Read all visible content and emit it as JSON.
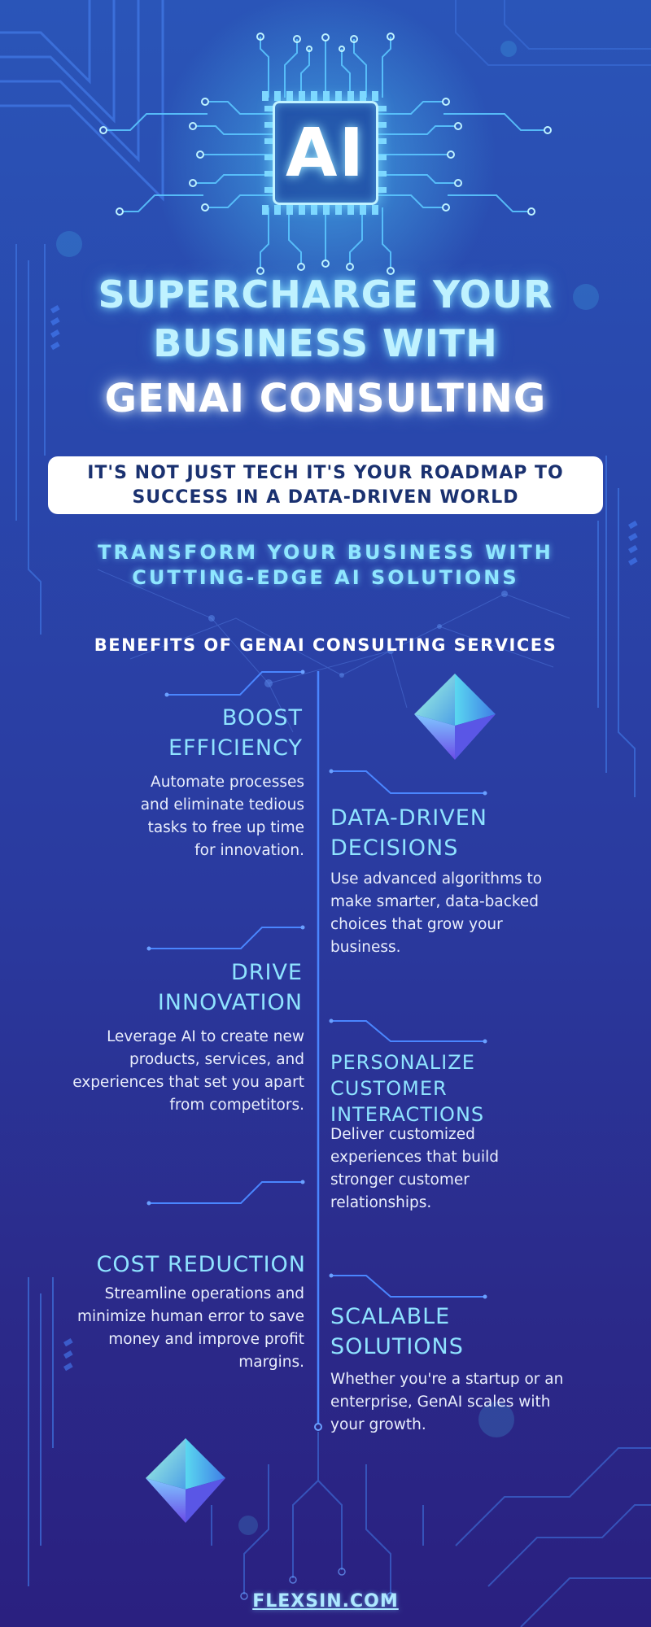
{
  "chip": {
    "label": "AI"
  },
  "headline": {
    "line1": "SUPERCHARGE YOUR",
    "line2": "BUSINESS WITH",
    "line3": "GENAI CONSULTING"
  },
  "banner": {
    "line1": "IT'S NOT JUST TECH  IT'S YOUR ROADMAP TO",
    "line2": "SUCCESS IN A DATA-DRIVEN WORLD"
  },
  "transform": {
    "line1": "TRANSFORM YOUR BUSINESS WITH",
    "line2": "CUTTING-EDGE AI SOLUTIONS"
  },
  "benefits_title": "BENEFITS OF GENAI CONSULTING SERVICES",
  "benefits": {
    "boost": {
      "title1": "BOOST",
      "title2": "EFFICIENCY",
      "d1": "Automate processes",
      "d2": "and eliminate tedious",
      "d3": "tasks to free up time",
      "d4": "for innovation."
    },
    "data": {
      "title1": "DATA-DRIVEN",
      "title2": "DECISIONS",
      "d1": "Use advanced algorithms to",
      "d2": "make smarter, data-backed",
      "d3": "choices that grow your",
      "d4": "business."
    },
    "drive": {
      "title1": "DRIVE",
      "title2": "INNOVATION",
      "d1": "Leverage AI to create new",
      "d2": "products, services, and",
      "d3": "experiences that set you apart",
      "d4": "from competitors."
    },
    "personalize": {
      "title1": "PERSONALIZE",
      "title2": "CUSTOMER",
      "title3": "INTERACTIONS",
      "d1": "Deliver customized",
      "d2": "experiences that build",
      "d3": "stronger customer",
      "d4": "relationships."
    },
    "cost": {
      "title1": "COST REDUCTION",
      "d1": "Streamline operations and",
      "d2": "minimize human error to save",
      "d3": "money and improve profit",
      "d4": "margins."
    },
    "scalable": {
      "title1": "SCALABLE",
      "title2": "SOLUTIONS",
      "d1": "Whether you're a startup or an",
      "d2": "enterprise, GenAI scales with",
      "d3": "your growth."
    }
  },
  "footer": {
    "link": "FLEXSIN.COM"
  },
  "colors": {
    "accent_cyan": "#8fe3ff",
    "line_blue": "#4a86ff",
    "banner_text": "#1a3170"
  },
  "icons": [
    "circuit-decoration",
    "ai-chip-icon",
    "gem-icon"
  ]
}
